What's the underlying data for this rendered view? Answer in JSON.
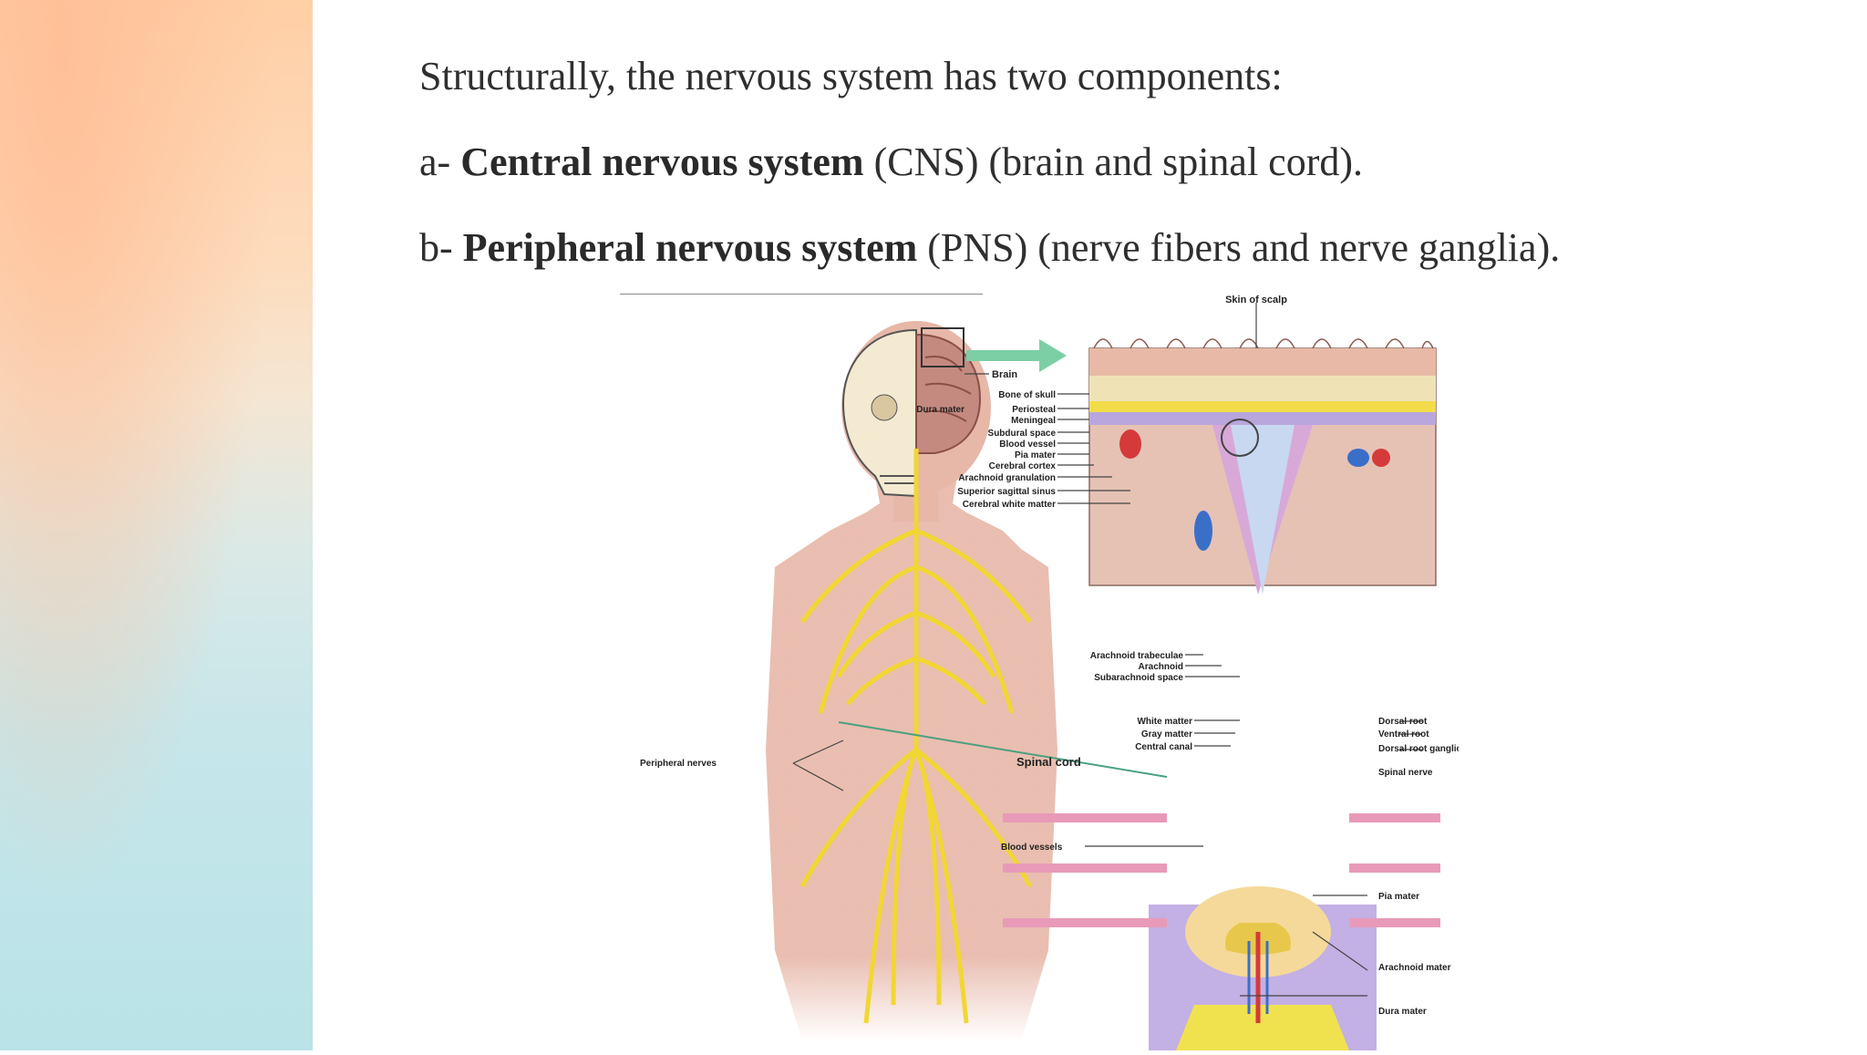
{
  "text": {
    "line1": "Structurally, the nervous system has two components:",
    "line2_prefix": "a- ",
    "line2_bold": "Central nervous system",
    "line2_rest": " (CNS) (brain and spinal cord).",
    "line3_prefix": "b- ",
    "line3_bold": "Peripheral nervous system",
    "line3_rest": " (PNS) (nerve fibers and nerve ganglia)."
  },
  "figure": {
    "labels": {
      "skin_of_scalp": "Skin of scalp",
      "brain": "Brain",
      "bone_of_skull": "Bone of skull",
      "dura_mater": "Dura mater",
      "periosteal": "Periosteal",
      "meningeal": "Meningeal",
      "subdural_space": "Subdural space",
      "blood_vessel": "Blood vessel",
      "pia_mater": "Pia mater",
      "cerebral_cortex": "Cerebral cortex",
      "arachnoid_granulation": "Arachnoid granulation",
      "superior_sagittal_sinus": "Superior sagittal sinus",
      "cerebral_white_matter": "Cerebral white matter",
      "arachnoid_trabeculae": "Arachnoid trabeculae",
      "arachnoid": "Arachnoid",
      "subarachnoid_space": "Subarachnoid space",
      "white_matter": "White matter",
      "gray_matter": "Gray matter",
      "central_canal": "Central canal",
      "dorsal_root": "Dorsal root",
      "ventral_root": "Ventral root",
      "dorsal_root_ganglion": "Dorsal root ganglion",
      "spinal_nerve": "Spinal nerve",
      "spinal_cord": "Spinal cord",
      "peripheral_nerves": "Peripheral nerves",
      "blood_vessels": "Blood vessels",
      "pia_mater_2": "Pia mater",
      "arachnoid_mater": "Arachnoid mater",
      "dura_mater_2": "Dura mater"
    }
  }
}
